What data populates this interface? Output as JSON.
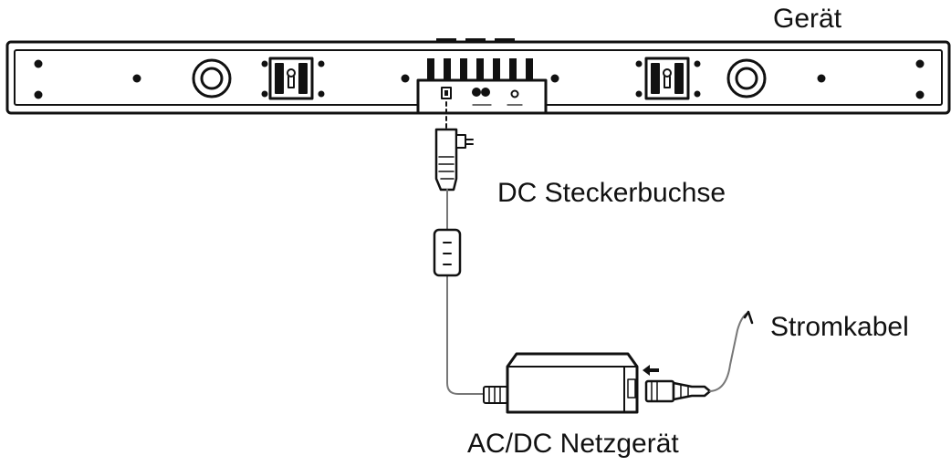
{
  "labels": {
    "device": "Gerät",
    "dc_socket": "DC Steckerbuchse",
    "power_cable": "Stromkabel",
    "power_supply": "AC/DC Netzgerät"
  },
  "colors": {
    "line": "#111111",
    "fill": "#ffffff"
  }
}
